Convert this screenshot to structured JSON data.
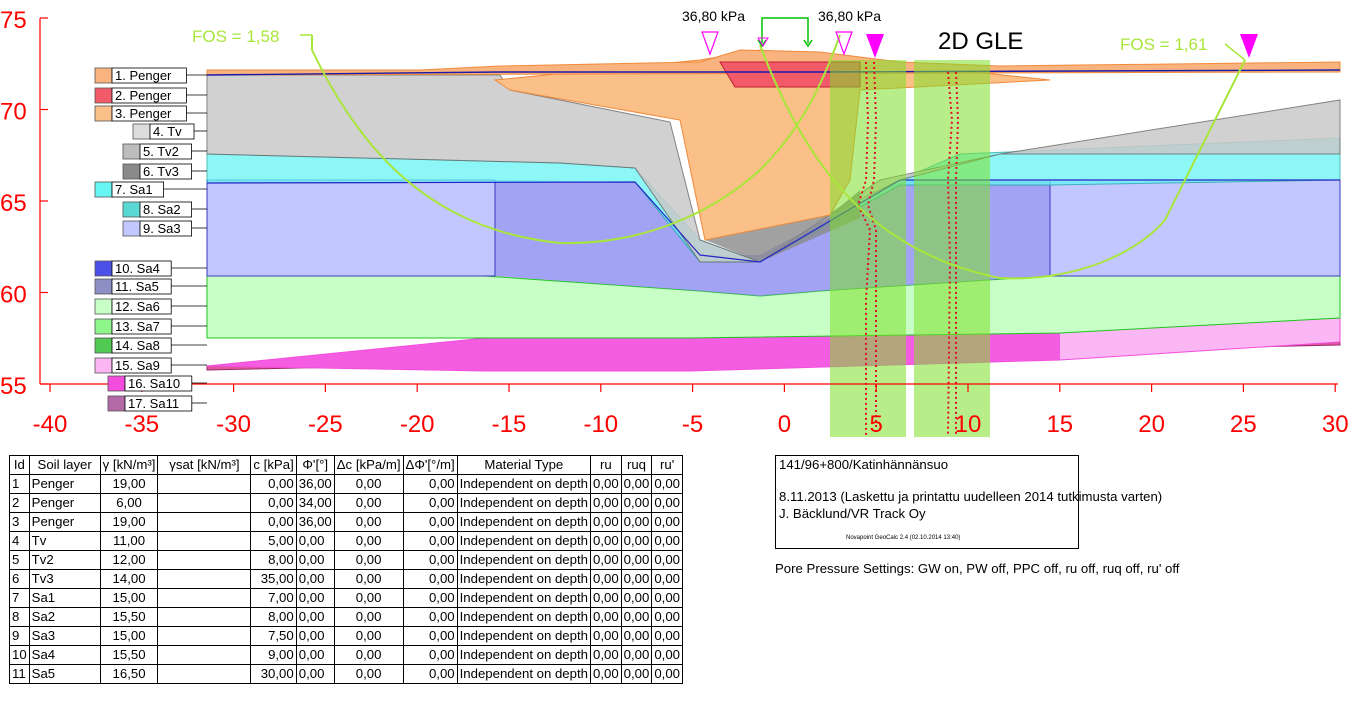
{
  "title": "2D GLE",
  "loads": [
    {
      "label": "36,80 kPa"
    },
    {
      "label": "36,80 kPa"
    }
  ],
  "fos_labels": [
    "FOS = 1,58",
    "FOS = 1,61"
  ],
  "axis": {
    "x_ticks": [
      "-40",
      "-35",
      "-30",
      "-25",
      "-20",
      "-15",
      "-10",
      "-5",
      "0",
      "5",
      "10",
      "15",
      "20",
      "25",
      "30"
    ],
    "y_ticks": [
      "75",
      "70",
      "65",
      "60",
      "55"
    ]
  },
  "layer_legend": [
    {
      "label": "1. Penger",
      "color": "#f9b37f"
    },
    {
      "label": "2. Penger",
      "color": "#f25a6a"
    },
    {
      "label": "3. Penger",
      "color": "#fbbf88"
    },
    {
      "label": "4. Tv",
      "color": "#dddddd"
    },
    {
      "label": "5. Tv2",
      "color": "#bdbdbd"
    },
    {
      "label": "6. Tv3",
      "color": "#8a8a8a"
    },
    {
      "label": "7. Sa1",
      "color": "#66f5f3"
    },
    {
      "label": "8. Sa2",
      "color": "#5ad9d4"
    },
    {
      "label": "9. Sa3",
      "color": "#c3c7ff"
    },
    {
      "label": "10. Sa4",
      "color": "#4b4fe8"
    },
    {
      "label": "11. Sa5",
      "color": "#8b8fc4"
    },
    {
      "label": "12. Sa6",
      "color": "#c7ffc7"
    },
    {
      "label": "13. Sa7",
      "color": "#8df58a"
    },
    {
      "label": "14. Sa8",
      "color": "#52c953"
    },
    {
      "label": "15. Sa9",
      "color": "#fbb6f4"
    },
    {
      "label": "16. Sa10",
      "color": "#f24ddd"
    },
    {
      "label": "17. Sa11",
      "color": "#b46aa6"
    }
  ],
  "table": {
    "headers": [
      "Id",
      "Soil layer",
      "γ [kN/m³]",
      "γsat [kN/m³]",
      "c [kPa]",
      "Φ'[°]",
      "Δc [kPa/m]",
      "ΔΦ'[°/m]",
      "Material Type",
      "ru",
      "ruq",
      "ru'"
    ],
    "rows": [
      [
        "1",
        "Penger",
        "19,00",
        "",
        "0,00",
        "36,00",
        "0,00",
        "0,00",
        "Independent on depth",
        "0,00",
        "0,00",
        "0,00"
      ],
      [
        "2",
        "Penger",
        "6,00",
        "",
        "0,00",
        "34,00",
        "0,00",
        "0,00",
        "Independent on depth",
        "0,00",
        "0,00",
        "0,00"
      ],
      [
        "3",
        "Penger",
        "19,00",
        "",
        "0,00",
        "36,00",
        "0,00",
        "0,00",
        "Independent on depth",
        "0,00",
        "0,00",
        "0,00"
      ],
      [
        "4",
        "Tv",
        "11,00",
        "",
        "5,00",
        "0,00",
        "0,00",
        "0,00",
        "Independent on depth",
        "0,00",
        "0,00",
        "0,00"
      ],
      [
        "5",
        "Tv2",
        "12,00",
        "",
        "8,00",
        "0,00",
        "0,00",
        "0,00",
        "Independent on depth",
        "0,00",
        "0,00",
        "0,00"
      ],
      [
        "6",
        "Tv3",
        "14,00",
        "",
        "35,00",
        "0,00",
        "0,00",
        "0,00",
        "Independent on depth",
        "0,00",
        "0,00",
        "0,00"
      ],
      [
        "7",
        "Sa1",
        "15,00",
        "",
        "7,00",
        "0,00",
        "0,00",
        "0,00",
        "Independent on depth",
        "0,00",
        "0,00",
        "0,00"
      ],
      [
        "8",
        "Sa2",
        "15,50",
        "",
        "8,00",
        "0,00",
        "0,00",
        "0,00",
        "Independent on depth",
        "0,00",
        "0,00",
        "0,00"
      ],
      [
        "9",
        "Sa3",
        "15,00",
        "",
        "7,50",
        "0,00",
        "0,00",
        "0,00",
        "Independent on depth",
        "0,00",
        "0,00",
        "0,00"
      ],
      [
        "10",
        "Sa4",
        "15,50",
        "",
        "9,00",
        "0,00",
        "0,00",
        "0,00",
        "Independent on depth",
        "0,00",
        "0,00",
        "0,00"
      ],
      [
        "11",
        "Sa5",
        "16,50",
        "",
        "30,00",
        "0,00",
        "0,00",
        "0,00",
        "Independent on depth",
        "0,00",
        "0,00",
        "0,00"
      ]
    ]
  },
  "info": {
    "project": "141/96+800/Katinhännänsuo",
    "date_line": "8.11.2013 (Laskettu ja printattu uudelleen 2014 tutkimusta varten)",
    "author": "J. Bäcklund/VR Track Oy",
    "software": "Novapoint GeoCalc 2.4  (02.10.2014 13:40)"
  },
  "pore_pressure": "Pore Pressure Settings: GW on, PW off, PPC off, ru off, ruq off, ru' off",
  "colors": {
    "axis": "#ff0000",
    "slip_circle": "#a8e63a",
    "load_arrow": "#00c000",
    "marker": "#ff00ff",
    "gw_line": "#1a1aa8"
  }
}
